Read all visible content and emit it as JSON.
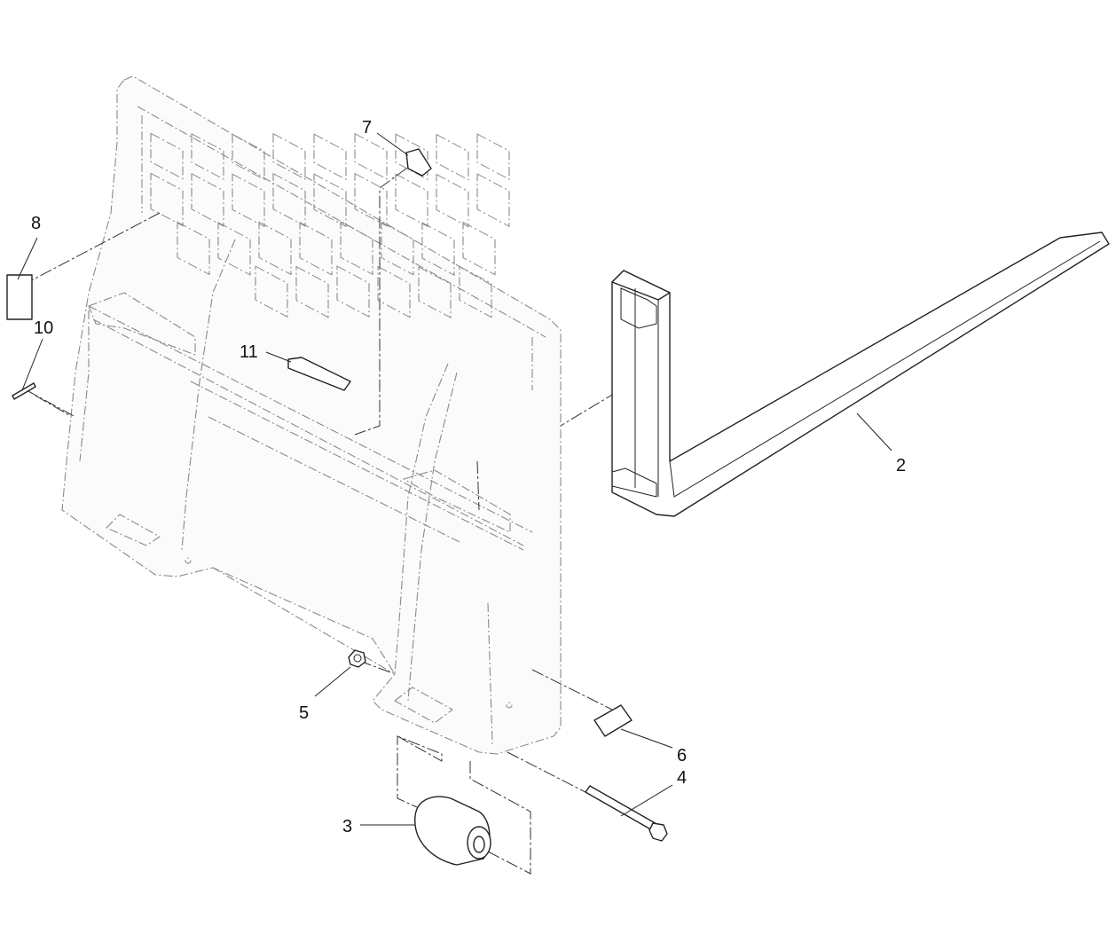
{
  "callouts": {
    "c2": "2",
    "c3": "3",
    "c4": "4",
    "c5": "5",
    "c6": "6",
    "c7": "7",
    "c8": "8",
    "c10": "10",
    "c11": "11"
  }
}
